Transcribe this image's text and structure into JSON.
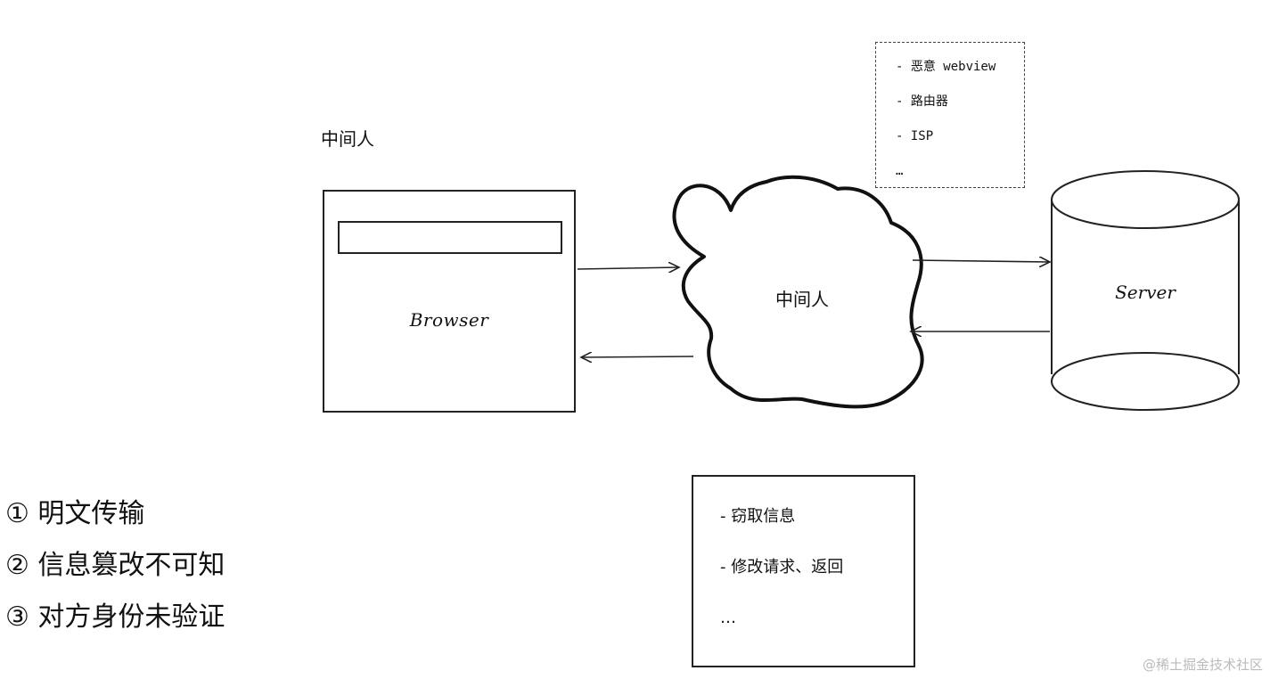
{
  "title_top": "中间人",
  "browser": {
    "label": "Browser"
  },
  "cloud": {
    "label": "中间人"
  },
  "server": {
    "label": "Server"
  },
  "actors_box": {
    "items": [
      "- 恶意 webview",
      "- 路由器",
      "- ISP",
      "…"
    ]
  },
  "attacks_box": {
    "items": [
      "- 窃取信息",
      "- 修改请求、返回",
      "…"
    ]
  },
  "points": [
    "① 明文传输",
    "② 信息篡改不可知",
    "③ 对方身份未验证"
  ],
  "watermark": "@稀土掘金技术社区",
  "colors": {
    "stroke": "#222222",
    "background": "#ffffff",
    "watermark": "#bbbbbb"
  }
}
